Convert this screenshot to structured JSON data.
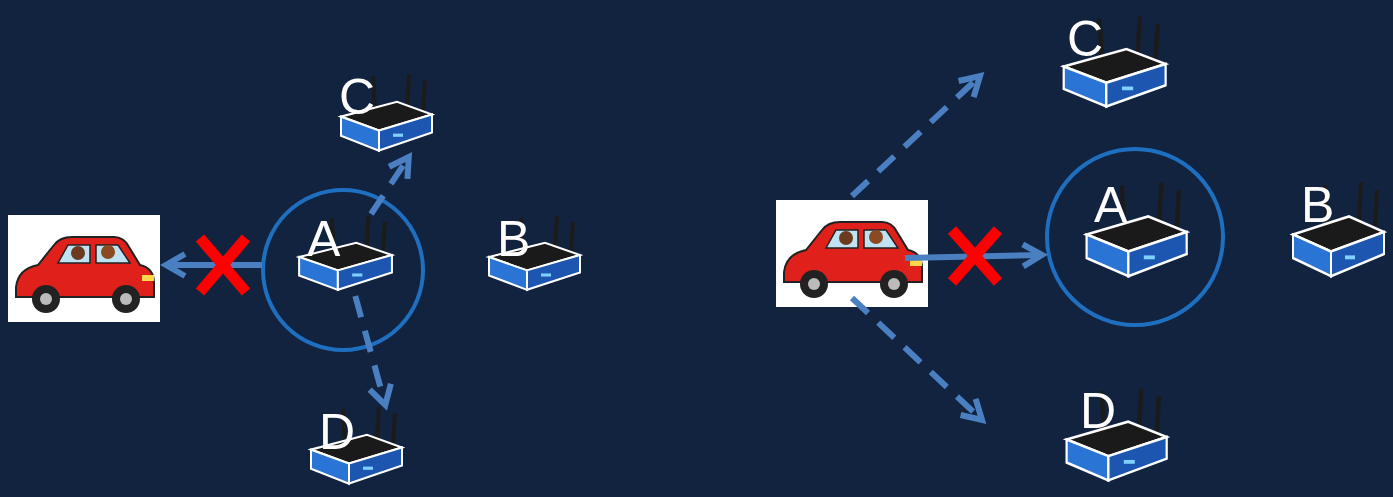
{
  "diagram": {
    "nodes": [
      {
        "text": [
          "C"
        ]
      },
      {
        "text": [
          "A"
        ]
      },
      {
        "text": [
          "B"
        ]
      },
      {
        "text": [
          "D"
        ]
      },
      {
        "text": [
          "C"
        ]
      },
      {
        "text": [
          "A"
        ]
      },
      {
        "text": [
          "B"
        ]
      },
      {
        "text": [
          "D"
        ]
      }
    ],
    "edges": [
      {
        "from": 1,
        "to": 0,
        "arrow": "to"
      },
      {
        "from": 1,
        "to": 3,
        "arrow": "to"
      }
    ]
  }
}
